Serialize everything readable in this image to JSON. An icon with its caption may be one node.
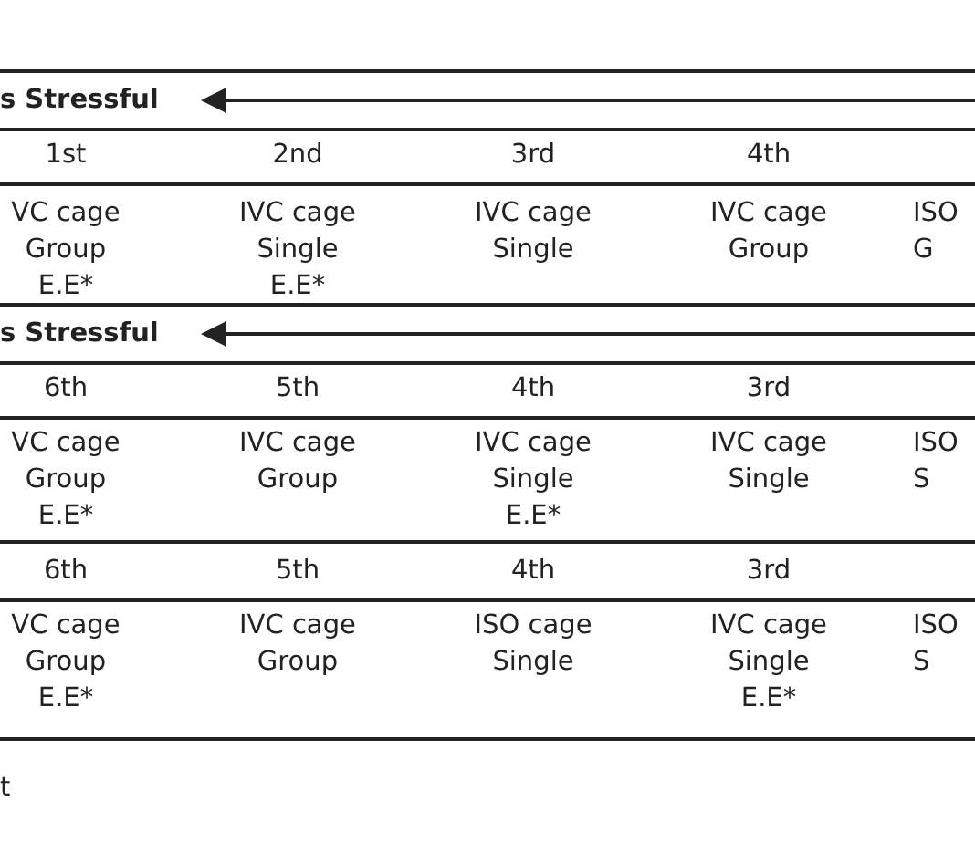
{
  "diagram": {
    "labels": [
      "s Stressful",
      "1st",
      "2nd",
      "3rd",
      "4th",
      "VC cage Group E.E*",
      "IVC cage Single E.E*",
      "IVC cage Single",
      "IVC cage Group",
      "ISO G",
      "s Stressful",
      "6th",
      "5th",
      "4th",
      "3rd",
      "VC cage Group E.E*",
      "IVC cage Group",
      "IVC cage Single E.E*",
      "IVC cage Single",
      "ISO S",
      "6th",
      "5th",
      "4th",
      "3rd",
      "VC cage Group E.E*",
      "IVC cage Group",
      "ISO cage Single",
      "IVC cage Single E.E*",
      "ISO S",
      "t"
    ]
  }
}
